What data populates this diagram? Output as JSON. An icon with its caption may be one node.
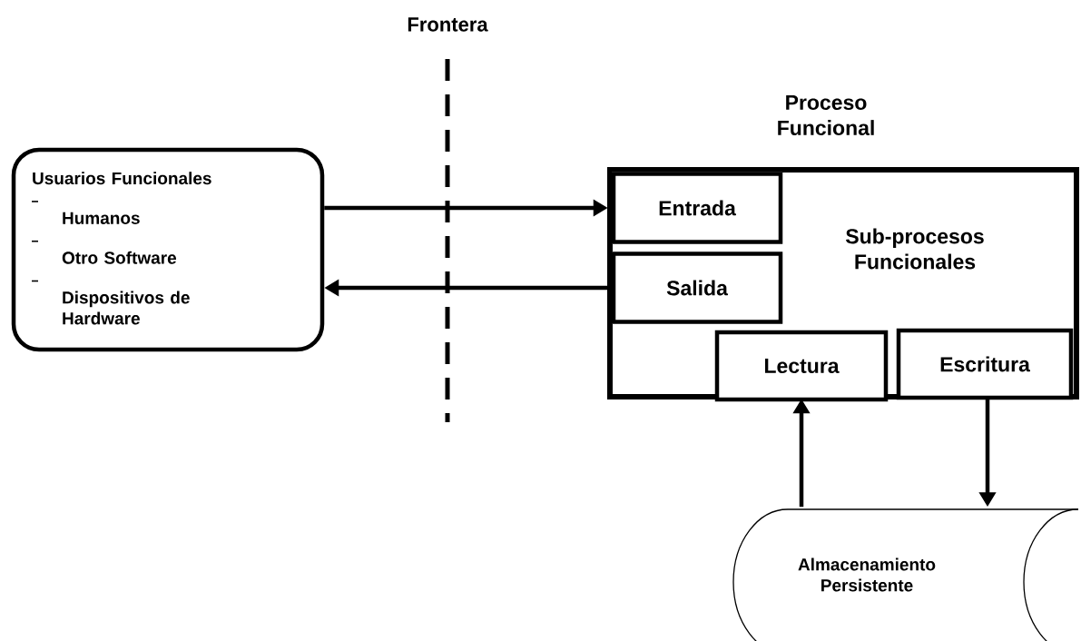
{
  "diagram": {
    "nodes": [
      {
        "text": [
          "Usuarios Funcionales",
          "Humanos",
          "Otro Software",
          "Dispositivos de Hardware"
        ]
      },
      {
        "text": [
          "Proceso Funcional",
          "Sub-procesos Funcionales"
        ]
      },
      {
        "text": [
          "Entrada"
        ],
        "in": 1
      },
      {
        "text": [
          "Salida"
        ],
        "in": 1
      },
      {
        "text": [
          "Lectura"
        ],
        "in": 1
      },
      {
        "text": [
          "Escritura"
        ],
        "in": 1
      },
      {
        "text": [
          "Almacenamiento Persistente"
        ]
      }
    ],
    "edges": [
      {
        "from": 0,
        "to": 2,
        "arrow": "to"
      },
      {
        "from": 3,
        "to": 0,
        "arrow": "to"
      },
      {
        "from": 6,
        "to": 4,
        "arrow": "to"
      },
      {
        "from": 5,
        "to": 6,
        "arrow": "to"
      }
    ],
    "labels": [
      "Frontera"
    ]
  }
}
